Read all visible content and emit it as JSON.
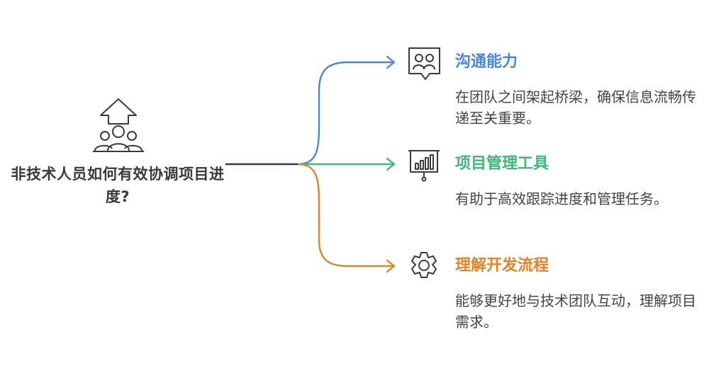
{
  "root": {
    "title": "非技术人员如何有效协调项目进度?",
    "icon": "people-up-arrow-icon"
  },
  "branches": [
    {
      "title": "沟通能力",
      "description": "在团队之间架起桥梁，确保信息流畅传递至关重要。",
      "icon": "people-speech-icon",
      "color": "#4a86d8"
    },
    {
      "title": "项目管理工具",
      "description": "有助于高效跟踪进度和管理任务。",
      "icon": "presentation-chart-icon",
      "color": "#3cb878"
    },
    {
      "title": "理解开发流程",
      "description": "能够更好地与技术团队互动，理解项目需求。",
      "icon": "gear-icon",
      "color": "#e0832a"
    }
  ],
  "colors": {
    "trunk": "#3a3a3a",
    "icon": "#3a3a3a",
    "text": "#444444"
  }
}
